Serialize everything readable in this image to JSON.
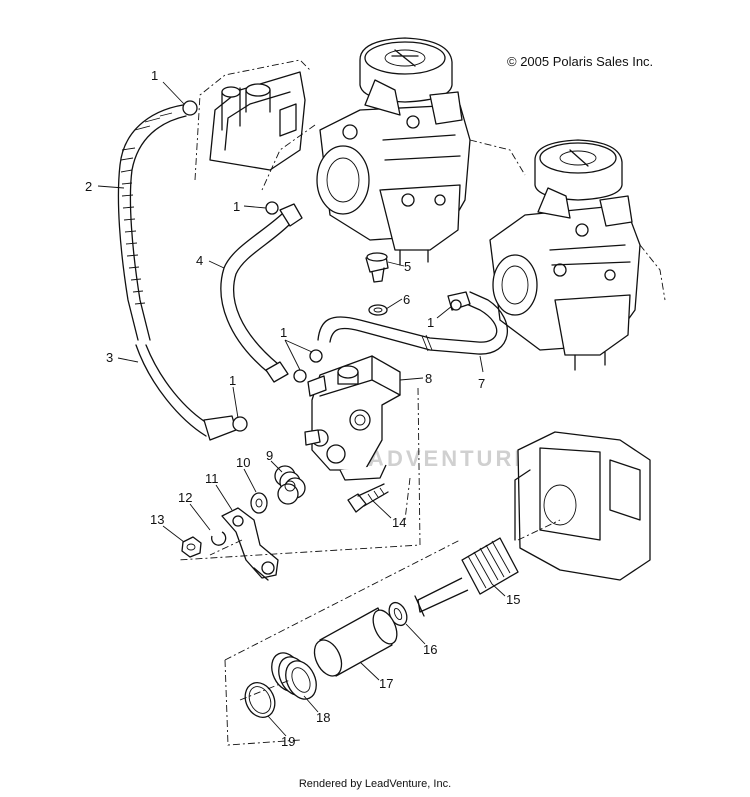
{
  "copyright": "© 2005 Polaris Sales Inc.",
  "footer": "Rendered by LeadVenture, Inc.",
  "watermark": "LEADVENTURE",
  "callouts": {
    "c1a": "1",
    "c1b": "1",
    "c1c": "1",
    "c1d": "1",
    "c1e": "1",
    "c2": "2",
    "c3": "3",
    "c4": "4",
    "c5": "5",
    "c6": "6",
    "c7": "7",
    "c8": "8",
    "c9": "9",
    "c10": "10",
    "c11": "11",
    "c12": "12",
    "c13": "13",
    "c14": "14",
    "c15": "15",
    "c16": "16",
    "c17": "17",
    "c18": "18",
    "c19": "19"
  }
}
